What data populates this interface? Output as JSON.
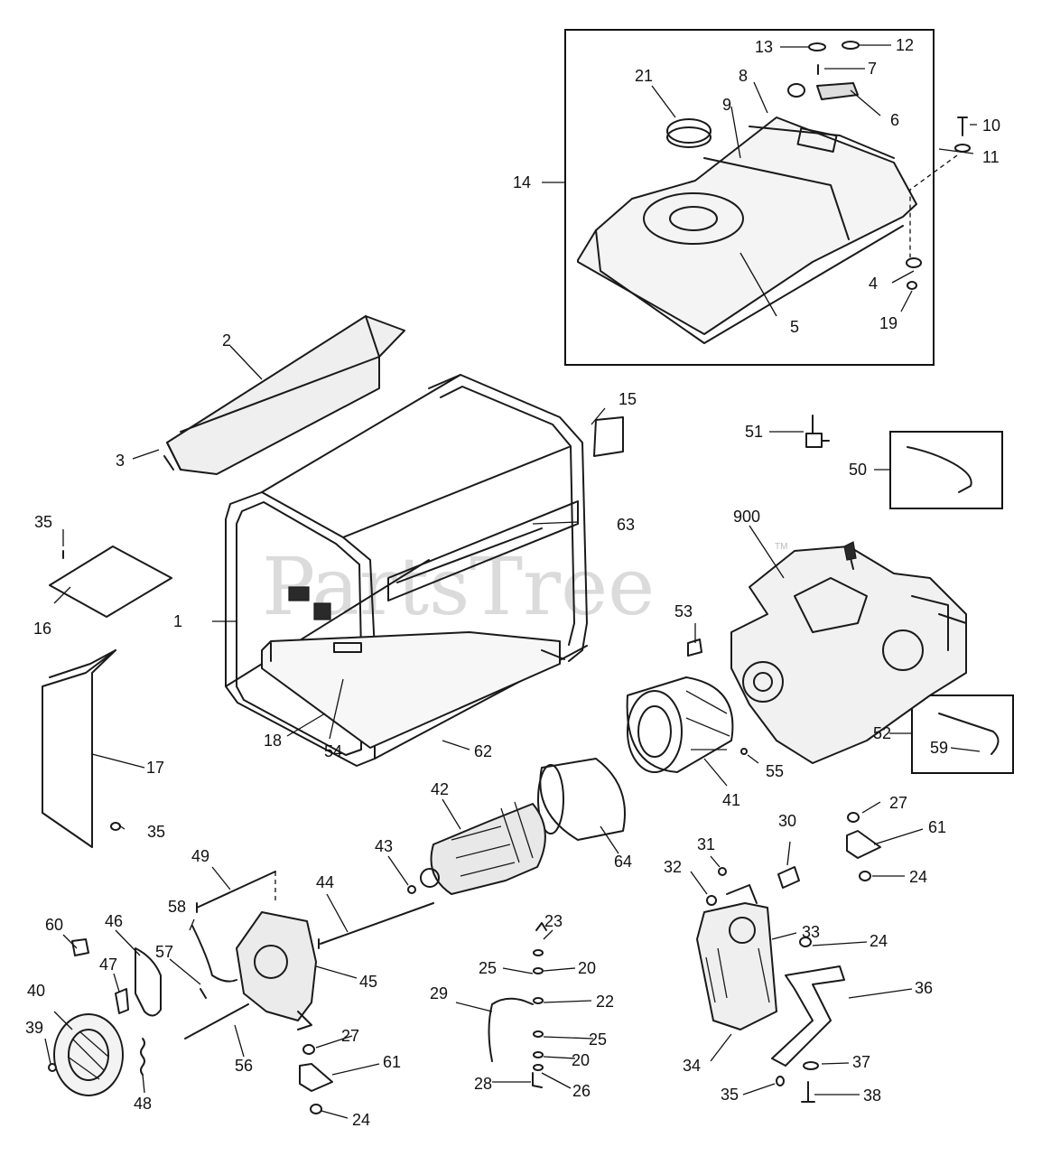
{
  "watermark": {
    "text": "PartsTree",
    "mark": "TM"
  },
  "callouts": [
    {
      "id": "c1",
      "text": "1"
    },
    {
      "id": "c2",
      "text": "2"
    },
    {
      "id": "c3",
      "text": "3"
    },
    {
      "id": "c4",
      "text": "4"
    },
    {
      "id": "c5",
      "text": "5"
    },
    {
      "id": "c6",
      "text": "6"
    },
    {
      "id": "c7",
      "text": "7"
    },
    {
      "id": "c8",
      "text": "8"
    },
    {
      "id": "c9",
      "text": "9"
    },
    {
      "id": "c10",
      "text": "10"
    },
    {
      "id": "c11",
      "text": "11"
    },
    {
      "id": "c12",
      "text": "12"
    },
    {
      "id": "c13",
      "text": "13"
    },
    {
      "id": "c14",
      "text": "14"
    },
    {
      "id": "c15",
      "text": "15"
    },
    {
      "id": "c16",
      "text": "16"
    },
    {
      "id": "c17",
      "text": "17"
    },
    {
      "id": "c18",
      "text": "18"
    },
    {
      "id": "c19",
      "text": "19"
    },
    {
      "id": "c20a",
      "text": "20"
    },
    {
      "id": "c20b",
      "text": "20"
    },
    {
      "id": "c21",
      "text": "21"
    },
    {
      "id": "c22",
      "text": "22"
    },
    {
      "id": "c23",
      "text": "23"
    },
    {
      "id": "c24a",
      "text": "24"
    },
    {
      "id": "c24b",
      "text": "24"
    },
    {
      "id": "c24c",
      "text": "24"
    },
    {
      "id": "c25a",
      "text": "25"
    },
    {
      "id": "c25b",
      "text": "25"
    },
    {
      "id": "c26",
      "text": "26"
    },
    {
      "id": "c27a",
      "text": "27"
    },
    {
      "id": "c27b",
      "text": "27"
    },
    {
      "id": "c28",
      "text": "28"
    },
    {
      "id": "c29",
      "text": "29"
    },
    {
      "id": "c30",
      "text": "30"
    },
    {
      "id": "c31",
      "text": "31"
    },
    {
      "id": "c32",
      "text": "32"
    },
    {
      "id": "c33",
      "text": "33"
    },
    {
      "id": "c34",
      "text": "34"
    },
    {
      "id": "c35a",
      "text": "35"
    },
    {
      "id": "c35b",
      "text": "35"
    },
    {
      "id": "c35c",
      "text": "35"
    },
    {
      "id": "c36",
      "text": "36"
    },
    {
      "id": "c37",
      "text": "37"
    },
    {
      "id": "c38",
      "text": "38"
    },
    {
      "id": "c39",
      "text": "39"
    },
    {
      "id": "c40",
      "text": "40"
    },
    {
      "id": "c41",
      "text": "41"
    },
    {
      "id": "c42",
      "text": "42"
    },
    {
      "id": "c43",
      "text": "43"
    },
    {
      "id": "c44",
      "text": "44"
    },
    {
      "id": "c45",
      "text": "45"
    },
    {
      "id": "c46",
      "text": "46"
    },
    {
      "id": "c47",
      "text": "47"
    },
    {
      "id": "c48",
      "text": "48"
    },
    {
      "id": "c49",
      "text": "49"
    },
    {
      "id": "c50",
      "text": "50"
    },
    {
      "id": "c51",
      "text": "51"
    },
    {
      "id": "c52",
      "text": "52"
    },
    {
      "id": "c53",
      "text": "53"
    },
    {
      "id": "c54",
      "text": "54"
    },
    {
      "id": "c55",
      "text": "55"
    },
    {
      "id": "c56",
      "text": "56"
    },
    {
      "id": "c57",
      "text": "57"
    },
    {
      "id": "c58",
      "text": "58"
    },
    {
      "id": "c59",
      "text": "59"
    },
    {
      "id": "c60",
      "text": "60"
    },
    {
      "id": "c61a",
      "text": "61"
    },
    {
      "id": "c61b",
      "text": "61"
    },
    {
      "id": "c62",
      "text": "62"
    },
    {
      "id": "c63",
      "text": "63"
    },
    {
      "id": "c64",
      "text": "64"
    },
    {
      "id": "c900",
      "text": "900"
    }
  ]
}
